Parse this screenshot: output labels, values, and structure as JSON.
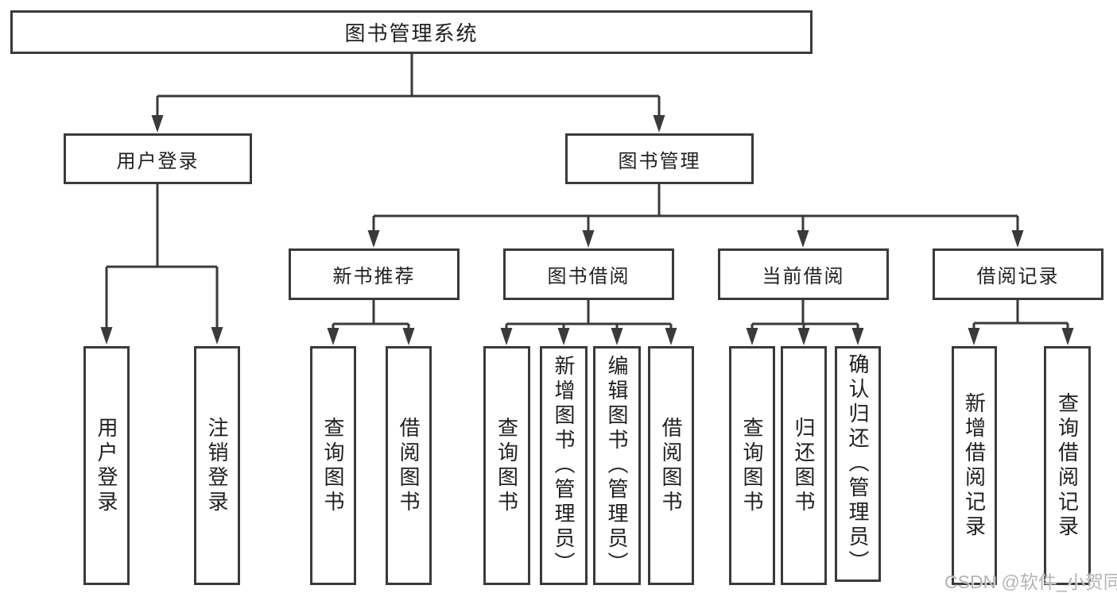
{
  "diagram": {
    "root": "图书管理系统",
    "login": {
      "label": "用户登录",
      "children": [
        "用户登录",
        "注销登录"
      ]
    },
    "management": {
      "label": "图书管理"
    },
    "sections": [
      {
        "label": "新书推荐",
        "children": [
          "查询图书",
          "借阅图书"
        ]
      },
      {
        "label": "图书借阅",
        "children": [
          "查询图书",
          "新增图书（管理员）",
          "编辑图书（管理员）",
          "借阅图书"
        ]
      },
      {
        "label": "当前借阅",
        "children": [
          "查询图书",
          "归还图书",
          "确认归还（管理员）"
        ]
      },
      {
        "label": "借阅记录",
        "children": [
          "新增借阅记录",
          "查询借阅记录"
        ]
      }
    ],
    "watermark": "CSDN @软件_小贺同学",
    "colors": {
      "line": "#3a3a3a",
      "text": "#1f1f1f",
      "watermark": "#b4b4b4"
    }
  }
}
